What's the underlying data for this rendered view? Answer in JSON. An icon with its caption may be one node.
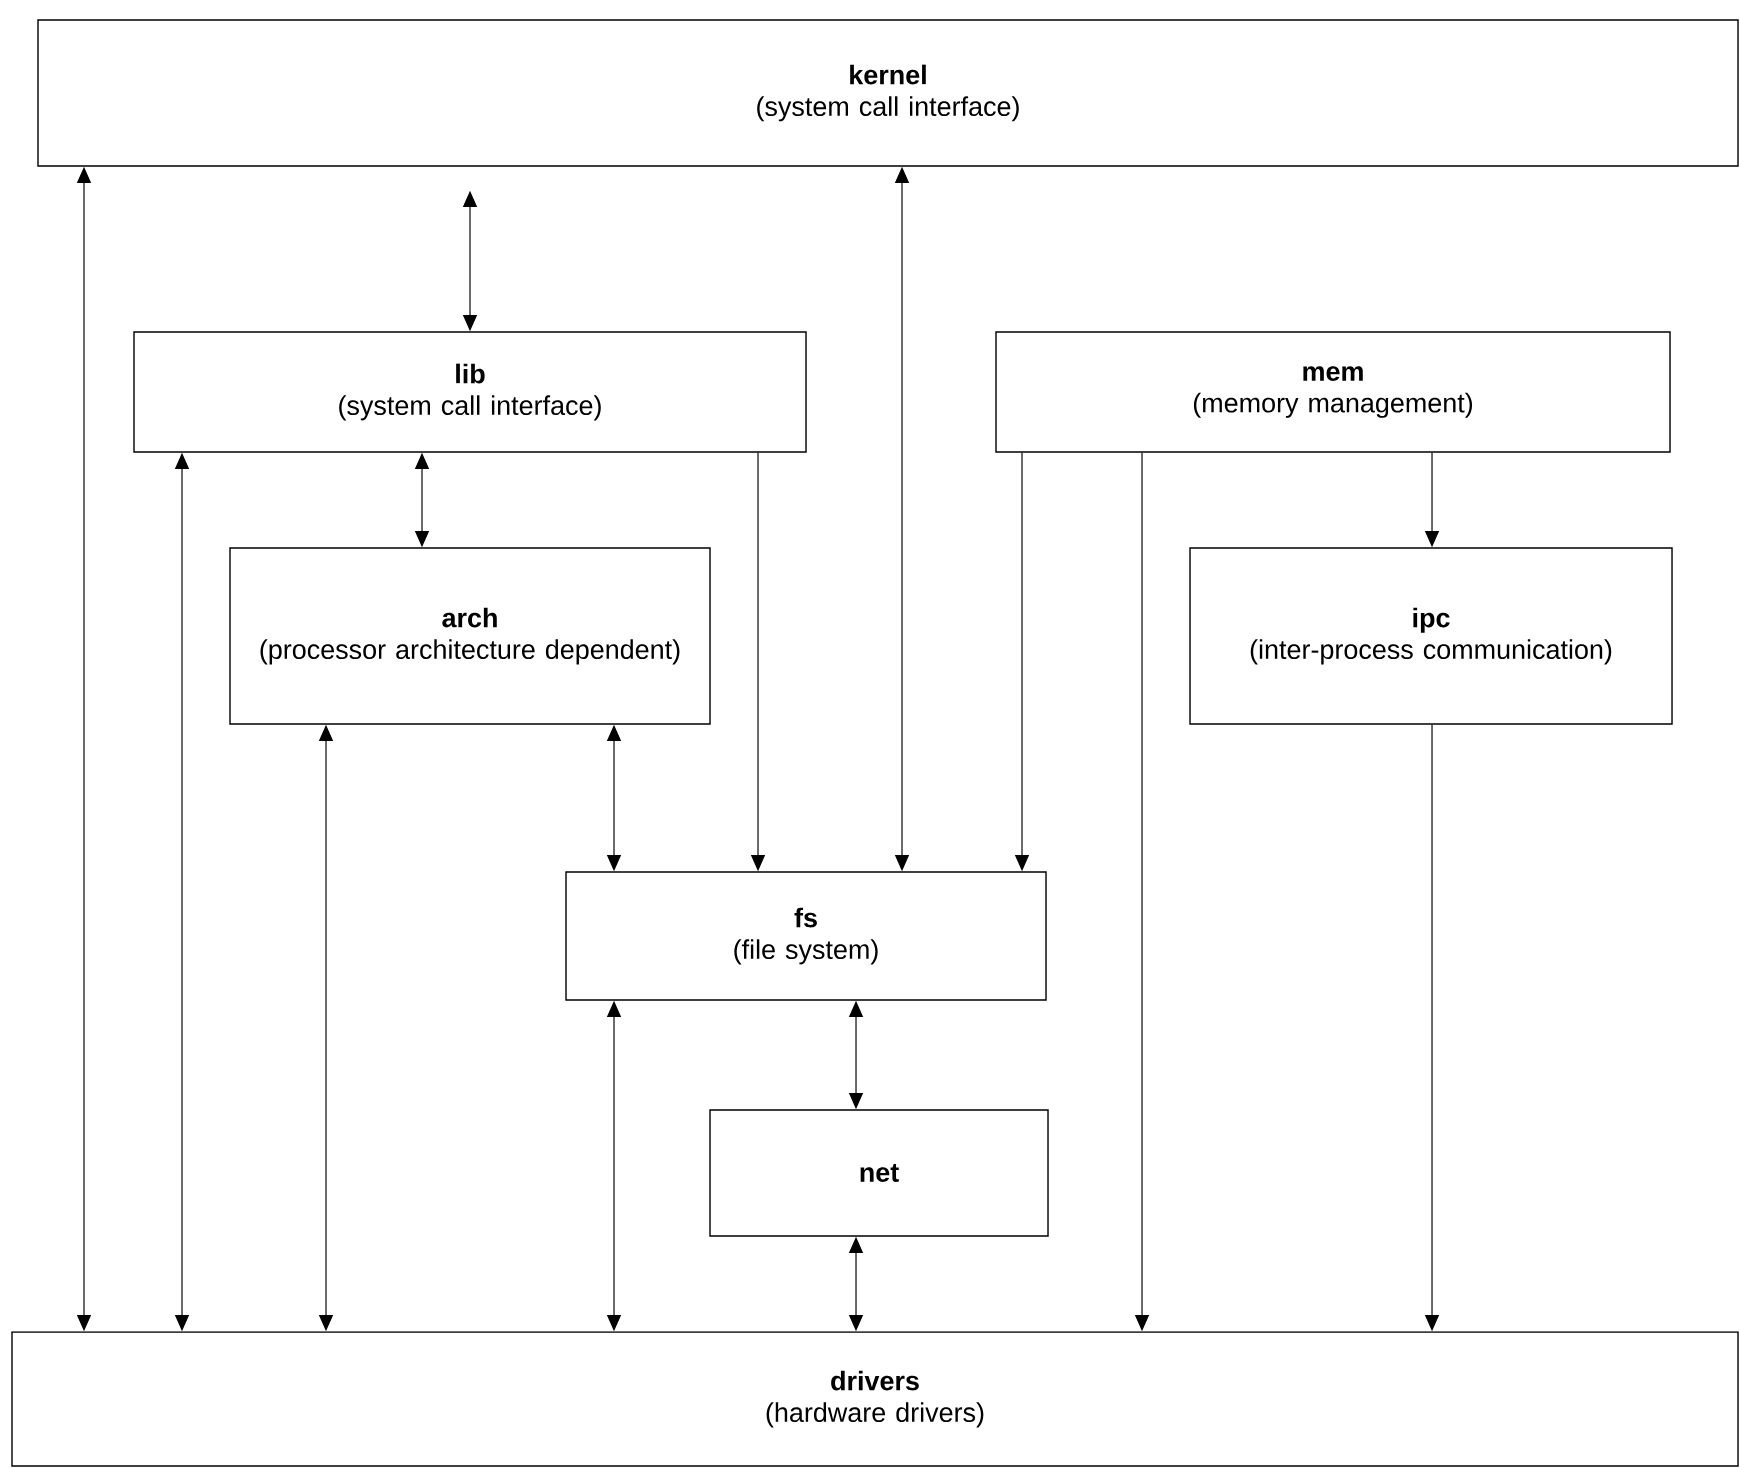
{
  "diagram": {
    "nodes": [
      {
        "text": [
          "kernel",
          "(system call interface)"
        ]
      },
      {
        "text": [
          "lib",
          "(system call interface)"
        ]
      },
      {
        "text": [
          "mem",
          "(memory management)"
        ]
      },
      {
        "text": [
          "arch",
          "(processor architecture dependent)"
        ]
      },
      {
        "text": [
          "ipc",
          "(inter-process communication)"
        ]
      },
      {
        "text": [
          "fs",
          "(file system)"
        ]
      },
      {
        "text": [
          "net"
        ]
      },
      {
        "text": [
          "drivers",
          "(hardware drivers)"
        ]
      }
    ],
    "edges": [
      {
        "from": 0,
        "to": 7,
        "arrow": "both"
      },
      {
        "from": 0,
        "to": 1,
        "arrow": "both"
      },
      {
        "from": 0,
        "to": 5,
        "arrow": "both"
      },
      {
        "from": 1,
        "to": 7,
        "arrow": "both"
      },
      {
        "from": 1,
        "to": 3,
        "arrow": "both"
      },
      {
        "from": 1,
        "to": 5,
        "arrow": "to"
      },
      {
        "from": 2,
        "to": 5,
        "arrow": "to"
      },
      {
        "from": 2,
        "to": 7,
        "arrow": "to"
      },
      {
        "from": 2,
        "to": 4,
        "arrow": "to"
      },
      {
        "from": 3,
        "to": 7,
        "arrow": "both"
      },
      {
        "from": 3,
        "to": 5,
        "arrow": "both"
      },
      {
        "from": 5,
        "to": 7,
        "arrow": "both"
      },
      {
        "from": 5,
        "to": 6,
        "arrow": "both"
      },
      {
        "from": 6,
        "to": 7,
        "arrow": "both"
      },
      {
        "from": 4,
        "to": 7,
        "arrow": "to"
      }
    ]
  }
}
